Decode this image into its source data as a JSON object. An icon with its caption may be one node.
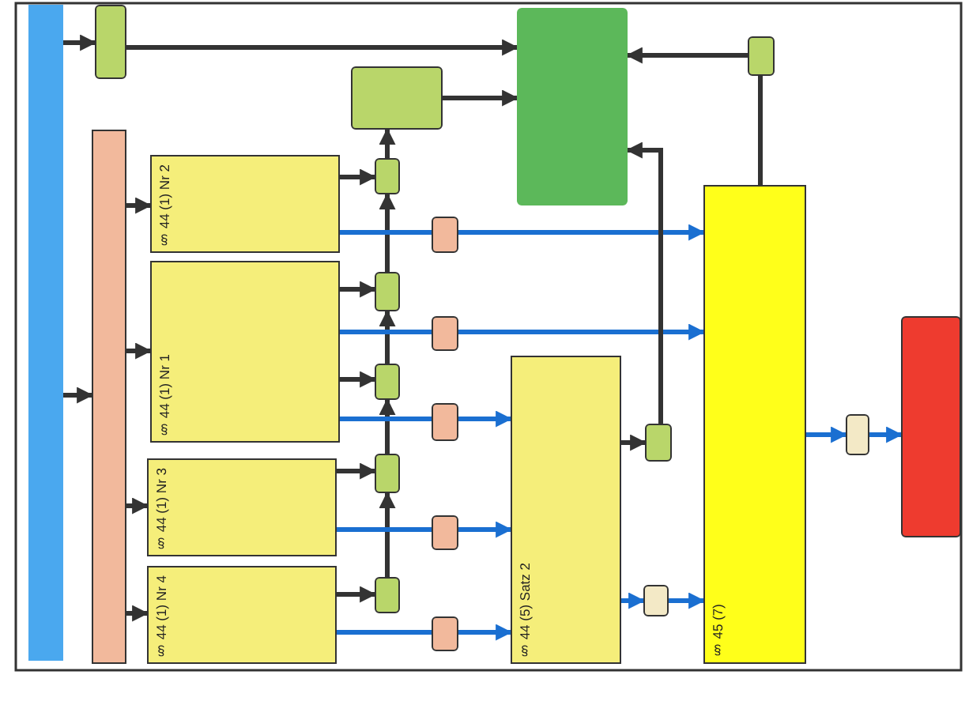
{
  "diagram": {
    "nodes": [
      {
        "text": [],
        "shape": "bar"
      },
      {
        "text": [],
        "shape": "box"
      },
      {
        "text": [],
        "shape": "bar"
      },
      {
        "text": [
          "§ 44 (1) Nr 2"
        ]
      },
      {
        "text": [
          "§ 44 (1) Nr 1"
        ]
      },
      {
        "text": [
          "§ 44 (1) Nr 3"
        ]
      },
      {
        "text": [
          "§ 44 (1) Nr 4"
        ]
      },
      {
        "text": [],
        "shape": "box"
      },
      {
        "text": [],
        "shape": "box"
      },
      {
        "text": [],
        "shape": "box"
      },
      {
        "text": [],
        "shape": "box"
      },
      {
        "text": [],
        "shape": "box"
      },
      {
        "text": [],
        "shape": "box"
      },
      {
        "text": [],
        "shape": "box"
      },
      {
        "text": [],
        "shape": "box"
      },
      {
        "text": [],
        "shape": "box"
      },
      {
        "text": [],
        "shape": "box"
      },
      {
        "text": [],
        "shape": "box"
      },
      {
        "text": [],
        "shape": "box"
      },
      {
        "text": [
          "§ 44 (5) Satz 2"
        ]
      },
      {
        "text": [],
        "shape": "box"
      },
      {
        "text": [],
        "shape": "box"
      },
      {
        "text": [],
        "shape": "box"
      },
      {
        "text": [
          "§ 45 (7)"
        ]
      },
      {
        "text": [],
        "shape": "box"
      },
      {
        "text": [],
        "shape": "box"
      }
    ],
    "edges": [
      {
        "from": 0,
        "to": 1,
        "arrow": "to"
      },
      {
        "from": 0,
        "to": 2,
        "arrow": "to"
      },
      {
        "from": 1,
        "to": 13,
        "arrow": "to"
      },
      {
        "from": 2,
        "to": 3,
        "arrow": "to"
      },
      {
        "from": 2,
        "to": 4,
        "arrow": "to"
      },
      {
        "from": 2,
        "to": 5,
        "arrow": "to"
      },
      {
        "from": 2,
        "to": 6,
        "arrow": "to"
      },
      {
        "from": 3,
        "to": 8,
        "arrow": "to"
      },
      {
        "from": 4,
        "to": 9,
        "arrow": "to"
      },
      {
        "from": 4,
        "to": 10,
        "arrow": "to"
      },
      {
        "from": 5,
        "to": 11,
        "arrow": "to"
      },
      {
        "from": 6,
        "to": 12,
        "arrow": "to"
      },
      {
        "from": 12,
        "to": 11,
        "arrow": "to"
      },
      {
        "from": 11,
        "to": 10,
        "arrow": "to"
      },
      {
        "from": 10,
        "to": 9,
        "arrow": "to"
      },
      {
        "from": 9,
        "to": 8,
        "arrow": "to"
      },
      {
        "from": 8,
        "to": 7,
        "arrow": "to"
      },
      {
        "from": 7,
        "to": 13,
        "arrow": "to"
      },
      {
        "from": 3,
        "to": 14,
        "arrow": "none",
        "color": "#1a6fd1"
      },
      {
        "from": 14,
        "to": 23,
        "arrow": "to",
        "color": "#1a6fd1"
      },
      {
        "from": 4,
        "to": 15,
        "arrow": "none",
        "color": "#1a6fd1"
      },
      {
        "from": 15,
        "to": 23,
        "arrow": "to",
        "color": "#1a6fd1"
      },
      {
        "from": 4,
        "to": 16,
        "arrow": "none",
        "color": "#1a6fd1"
      },
      {
        "from": 16,
        "to": 19,
        "arrow": "to",
        "color": "#1a6fd1"
      },
      {
        "from": 5,
        "to": 17,
        "arrow": "none",
        "color": "#1a6fd1"
      },
      {
        "from": 17,
        "to": 19,
        "arrow": "to",
        "color": "#1a6fd1"
      },
      {
        "from": 6,
        "to": 18,
        "arrow": "none",
        "color": "#1a6fd1"
      },
      {
        "from": 18,
        "to": 19,
        "arrow": "to",
        "color": "#1a6fd1"
      },
      {
        "from": 19,
        "to": 20,
        "arrow": "to"
      },
      {
        "from": 20,
        "to": 13,
        "arrow": "to"
      },
      {
        "from": 19,
        "to": 21,
        "arrow": "to",
        "color": "#1a6fd1"
      },
      {
        "from": 21,
        "to": 23,
        "arrow": "to",
        "color": "#1a6fd1"
      },
      {
        "from": 23,
        "to": 22,
        "arrow": "none"
      },
      {
        "from": 22,
        "to": 13,
        "arrow": "to"
      },
      {
        "from": 23,
        "to": 24,
        "arrow": "to",
        "color": "#1a6fd1"
      },
      {
        "from": 24,
        "to": 25,
        "arrow": "to",
        "color": "#1a6fd1"
      }
    ]
  }
}
